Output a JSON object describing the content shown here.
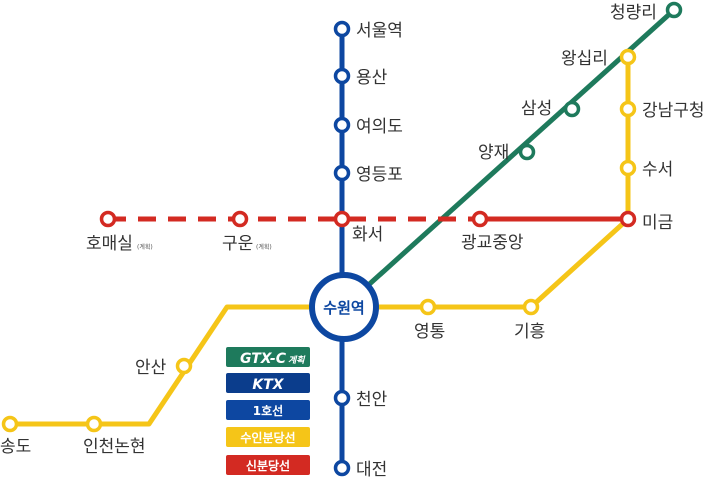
{
  "colors": {
    "gtx": "#1e7a5c",
    "ktx": "#0b3d8c",
    "line1": "#0d47a1",
    "suin": "#f5c518",
    "sinbundang": "#d32a22"
  },
  "hub": {
    "label": "수원역"
  },
  "stations": {
    "seoul": "서울역",
    "yongsan": "용산",
    "yeouido": "여의도",
    "yeongdeungpo": "영등포",
    "hwaseo": "화서",
    "cheonan": "천안",
    "daejeon": "대전",
    "cheongnyangni": "청량리",
    "wangsimni": "왕십리",
    "samseong": "삼성",
    "yangjae": "양재",
    "gangnamgucheong": "강남구청",
    "suseo": "수서",
    "migeum": "미금",
    "homaesil": "호매실",
    "guun": "구운",
    "planned_note": "(계획)",
    "gwanggyo": "광교중앙",
    "yeongtong": "영통",
    "giheung": "기흥",
    "ansan": "안산",
    "songdo": "송도",
    "incheon": "인천논현"
  },
  "legend": {
    "gtx": "GTX-C",
    "gtx_suffix": "계획",
    "ktx": "KTX",
    "line1": "1호선",
    "suin": "수인분당선",
    "sinbundang": "신분당선"
  }
}
